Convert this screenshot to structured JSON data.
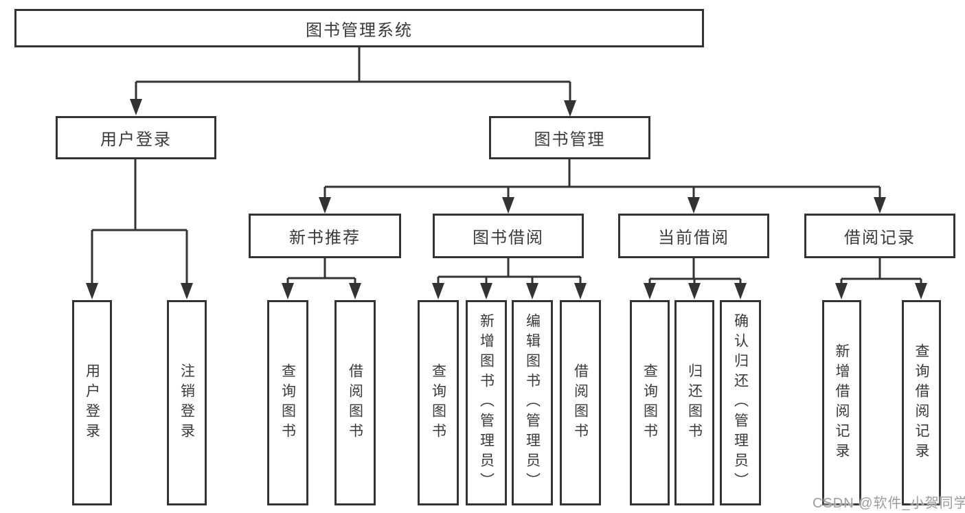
{
  "colors": {
    "line": "#333333",
    "box_border": "#333333",
    "text": "#3a3a3a",
    "watermark": "#9c9c9c",
    "background": "#ffffff"
  },
  "watermark": {
    "text": "CSDN @软件_小贺同学"
  },
  "diagram": {
    "root": {
      "label": "图书管理系统"
    },
    "level2": [
      {
        "label": "用户登录",
        "children": [
          {
            "label": "用户登录"
          },
          {
            "label": "注销登录"
          }
        ]
      },
      {
        "label": "图书管理",
        "children": [
          {
            "label": "新书推荐",
            "children": [
              {
                "label": "查询图书"
              },
              {
                "label": "借阅图书"
              }
            ]
          },
          {
            "label": "图书借阅",
            "children": [
              {
                "label": "查询图书"
              },
              {
                "label": "新增图书（管理员）"
              },
              {
                "label": "编辑图书（管理员）"
              },
              {
                "label": "借阅图书"
              }
            ]
          },
          {
            "label": "当前借阅",
            "children": [
              {
                "label": "查询图书"
              },
              {
                "label": "归还图书"
              },
              {
                "label": "确认归还（管理员）"
              }
            ]
          },
          {
            "label": "借阅记录",
            "children": [
              {
                "label": "新增借阅记录"
              },
              {
                "label": "查询借阅记录"
              }
            ]
          }
        ]
      }
    ]
  }
}
